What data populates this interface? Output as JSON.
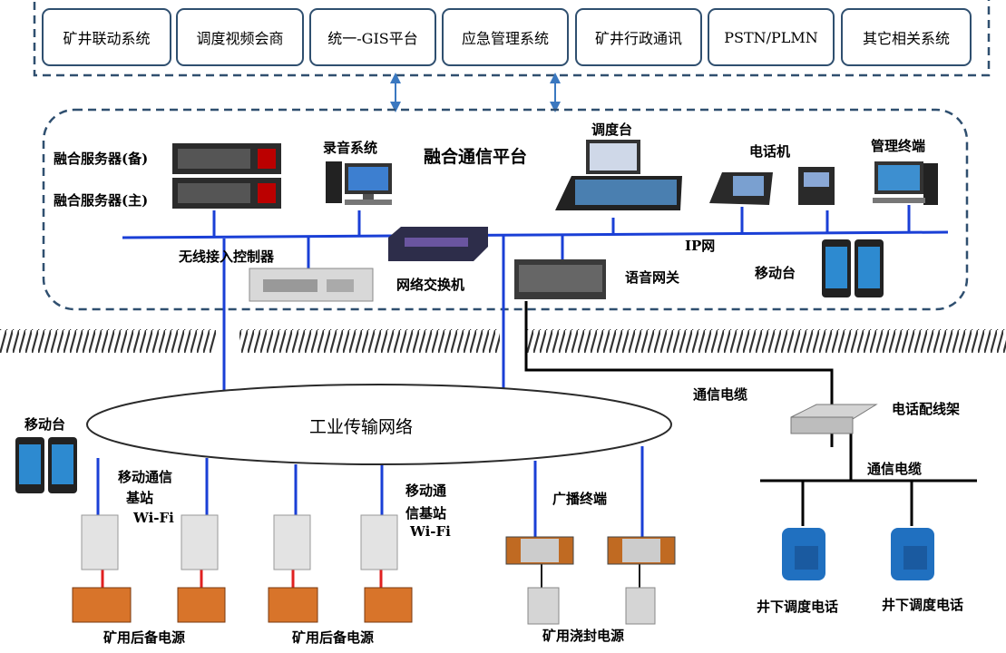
{
  "top_systems": [
    "矿井联动系统",
    "调度视频会商",
    "统一-GIS平台",
    "应急管理系统",
    "矿井行政通讯",
    "PSTN/PLMN",
    "其它相关系统"
  ],
  "platform": {
    "title": "融合通信平台",
    "server_backup": "融合服务器(备)",
    "server_main": "融合服务器(主)",
    "recording": "录音系统",
    "console": "调度台",
    "phone": "电话机",
    "mgmt_terminal": "管理终端",
    "ip_network": "IP网",
    "wireless_controller": "无线接入控制器",
    "switch": "网络交换机",
    "voice_gateway": "语音网关",
    "mobile": "移动台"
  },
  "underground": {
    "network": "工业传输网络",
    "mobile": "移动台",
    "bs1_line1": "移动通信",
    "bs1_line2": "基站",
    "bs1_line3": "Wi-Fi",
    "bs2_line1": "移动通",
    "bs2_line2": "信基站",
    "bs2_line3": "Wi-Fi",
    "broadcast": "广播终端",
    "power1": "矿用后备电源",
    "power2": "矿用后备电源",
    "power3": "矿用浇封电源",
    "cable1": "通信电缆",
    "cable2": "通信电缆",
    "distribution": "电话配线架",
    "phone1": "井下调度电话",
    "phone2": "井下调度电话"
  },
  "colors": {
    "network_line": "#1a3fd6",
    "power_line": "#e02020",
    "cable_line": "#000000",
    "dashed_border": "#2f4f6f",
    "arrow": "#3a78c0",
    "hatch": "#333333"
  }
}
